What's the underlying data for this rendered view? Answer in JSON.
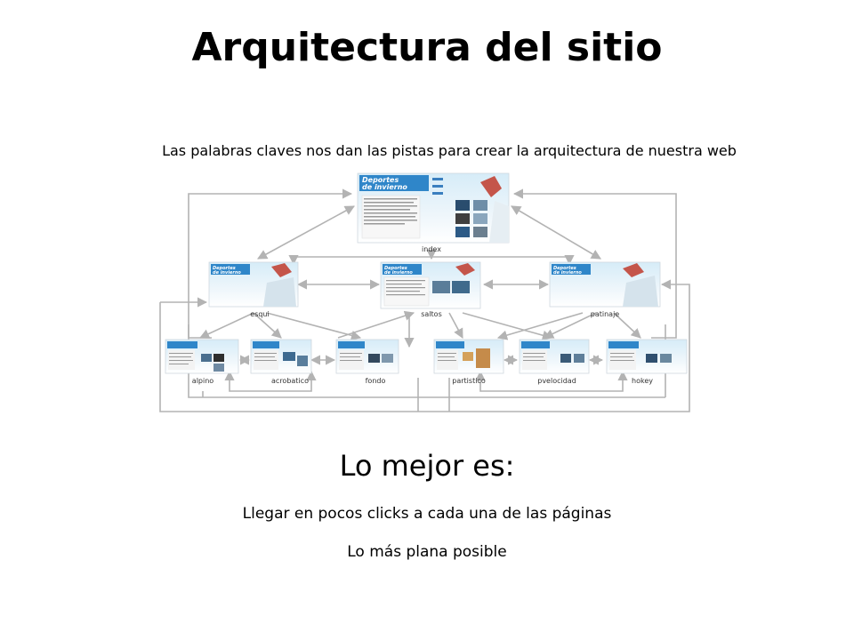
{
  "slide": {
    "title": "Arquitectura del sitio",
    "subtitle": "Las palabras claves nos dan las pistas para crear la arquitectura de nuestra web",
    "lead": "Lo mejor es:",
    "points": [
      "Llegar en pocos clicks a cada una de las páginas",
      "Lo más plana posible"
    ]
  },
  "diagram": {
    "thumbnail_brand": [
      "Deportes",
      "de invierno"
    ],
    "nodes": {
      "index": "index",
      "esqui": "esqui",
      "saltos": "saltos",
      "patinaje": "patinaje",
      "alpino": "alpino",
      "acrobatico": "acrobatico",
      "fondo": "fondo",
      "partistico": "partistico",
      "pvelocidad": "pvelocidad",
      "hokey": "hokey"
    },
    "colors": {
      "header_blue": "#2f86c9",
      "sky_blue": "#bfe0f4",
      "arrow_gray": "#b3b3b3"
    }
  }
}
